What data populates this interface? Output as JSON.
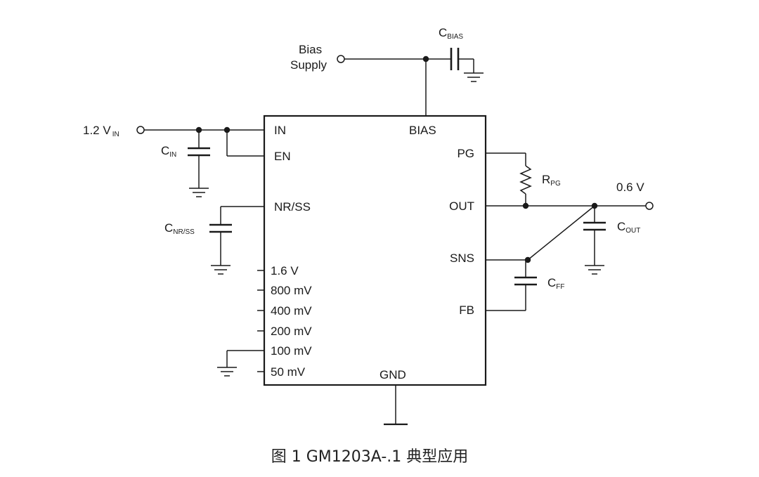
{
  "inputs": {
    "bias_supply_line1": "Bias",
    "bias_supply_line2": "Supply",
    "vin_main": "1.2 V",
    "vin_sub": "IN"
  },
  "output": {
    "voltage": "0.6 V"
  },
  "components": {
    "c_bias": {
      "main": "C",
      "sub": "BIAS"
    },
    "c_in": {
      "main": "C",
      "sub": "IN"
    },
    "c_nrss": {
      "main": "C",
      "sub": "NR/SS"
    },
    "r_pg": {
      "main": "R",
      "sub": "PG"
    },
    "c_out": {
      "main": "C",
      "sub": "OUT"
    },
    "c_ff": {
      "main": "C",
      "sub": "FF"
    }
  },
  "chip_pins": {
    "in": "IN",
    "en": "EN",
    "nr_ss": "NR/SS",
    "bias": "BIAS",
    "pg": "PG",
    "out": "OUT",
    "sns": "SNS",
    "fb": "FB",
    "gnd": "GND",
    "v1_6": "1.6 V",
    "v800m": "800 mV",
    "v400m": "400 mV",
    "v200m": "200 mV",
    "v100m": "100 mV",
    "v50m": "50 mV"
  },
  "caption": "图 1 GM1203A-.1 典型应用"
}
